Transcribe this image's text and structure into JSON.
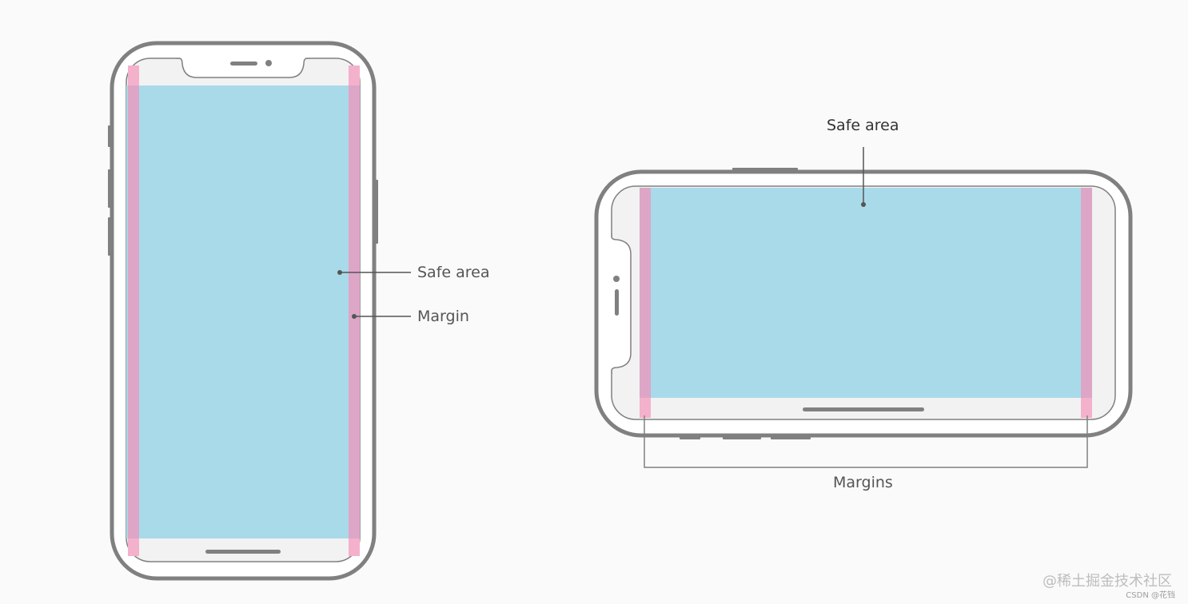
{
  "portrait": {
    "safe_area_label": "Safe area",
    "margin_label": "Margin"
  },
  "landscape": {
    "safe_area_label": "Safe area",
    "margins_label": "Margins"
  },
  "watermark": {
    "main": "@稀土掘金技术社区",
    "sub": "CSDN @花铛"
  },
  "colors": {
    "device_frame": "#808080",
    "screen_background": "#f2f2f2",
    "safe_area": "#a9dae9",
    "margin": "#dda6c7",
    "margin_outside_safe": "#f4b1cb",
    "label_text": "#555555"
  }
}
